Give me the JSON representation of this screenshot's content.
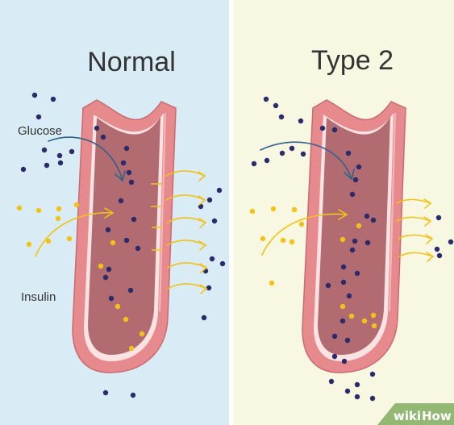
{
  "panels": [
    {
      "title": "Normal",
      "background": "#d9ecf6"
    },
    {
      "title": "Type 2",
      "background": "#f8f8e2"
    }
  ],
  "labels": {
    "glucose": "Glucose",
    "insulin": "Insulin"
  },
  "watermark": {
    "part1": "wiki",
    "part2": "How"
  },
  "colors": {
    "vessel_outer": "#e78a8e",
    "vessel_inner": "#b26b70",
    "vessel_lining": "#fbe3e3",
    "glucose": "#2b2a6b",
    "insulin": "#f2c21a",
    "arrow_glucose": "#31628a",
    "arrow_insulin": "#f2c21a"
  }
}
